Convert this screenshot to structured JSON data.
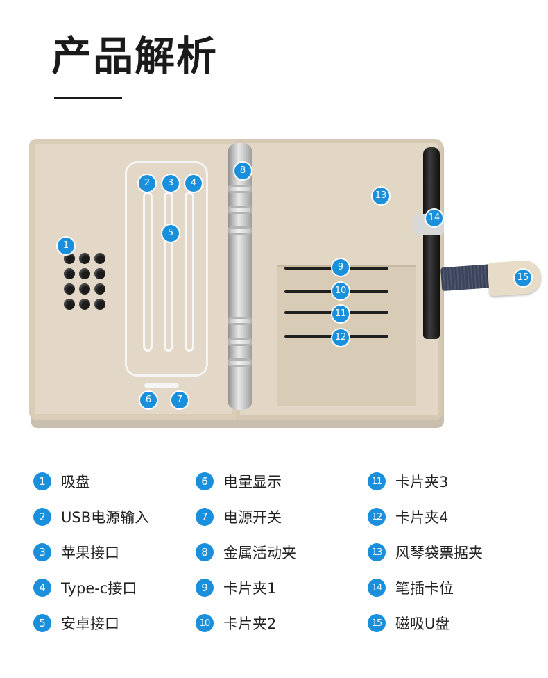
{
  "heading": {
    "title": "产品解析"
  },
  "markers": [
    "1",
    "2",
    "3",
    "4",
    "5",
    "6",
    "7",
    "8",
    "9",
    "10",
    "11",
    "12",
    "13",
    "14",
    "15"
  ],
  "legend": [
    {
      "num": "1",
      "label": "吸盘"
    },
    {
      "num": "2",
      "label": "USB电源输入"
    },
    {
      "num": "3",
      "label": "苹果接口"
    },
    {
      "num": "4",
      "label": "Type-c接口"
    },
    {
      "num": "5",
      "label": "安卓接口"
    },
    {
      "num": "6",
      "label": "电量显示"
    },
    {
      "num": "7",
      "label": "电源开关"
    },
    {
      "num": "8",
      "label": "金属活动夹"
    },
    {
      "num": "9",
      "label": "卡片夹1"
    },
    {
      "num": "10",
      "label": "卡片夹2"
    },
    {
      "num": "11",
      "label": "卡片夹3"
    },
    {
      "num": "12",
      "label": "卡片夹4"
    },
    {
      "num": "13",
      "label": "风琴袋票据夹"
    },
    {
      "num": "14",
      "label": "笔插卡位"
    },
    {
      "num": "15",
      "label": "磁吸U盘"
    }
  ],
  "colors": {
    "accent": "#1a8fdc",
    "leather": "#e3d8c7",
    "strap": "#3b4358"
  }
}
